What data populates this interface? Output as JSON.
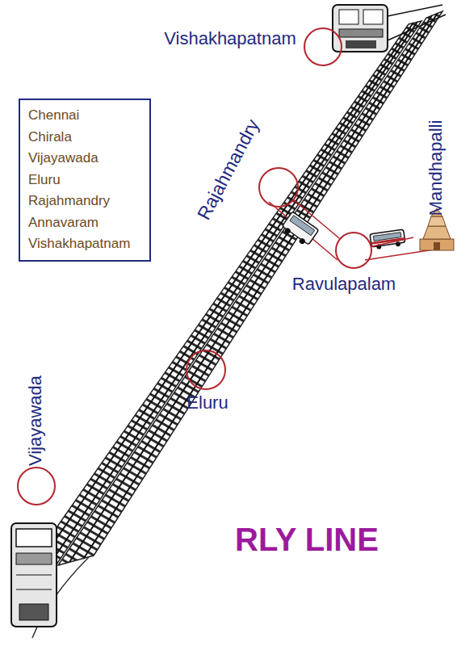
{
  "diagram": {
    "title": "RLY LINE",
    "nodes": [
      {
        "text": [
          "Vishakhapatnam"
        ]
      },
      {
        "text": [
          "Chennai",
          "Chirala",
          "Vijayawada",
          "Eluru",
          "Rajahmandry",
          "Annavaram",
          "Vishakhapatnam"
        ]
      },
      {
        "text": [
          "Rajahmandry"
        ]
      },
      {
        "text": [
          "Mandhapalli"
        ]
      },
      {
        "text": [
          "Ravulapalam"
        ]
      },
      {
        "text": [
          "Eluru"
        ]
      },
      {
        "text": [
          "Vijayawada"
        ]
      }
    ],
    "edges": [
      {
        "from": 2,
        "to": 4,
        "arrow": "none"
      },
      {
        "from": 4,
        "to": 3,
        "arrow": "none"
      }
    ]
  }
}
